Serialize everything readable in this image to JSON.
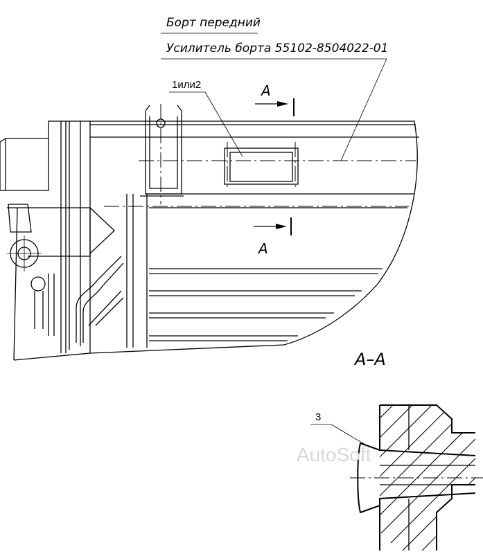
{
  "callouts": {
    "front_board": "Борт передний",
    "reinforcement": "Усилитель борта 55102-8504022-01",
    "part_1_or_2": "1или2",
    "part_3": "3"
  },
  "section": {
    "letter_top": "А",
    "letter_bottom": "А",
    "view_title": "А–А"
  },
  "watermark": "AutoSoft"
}
